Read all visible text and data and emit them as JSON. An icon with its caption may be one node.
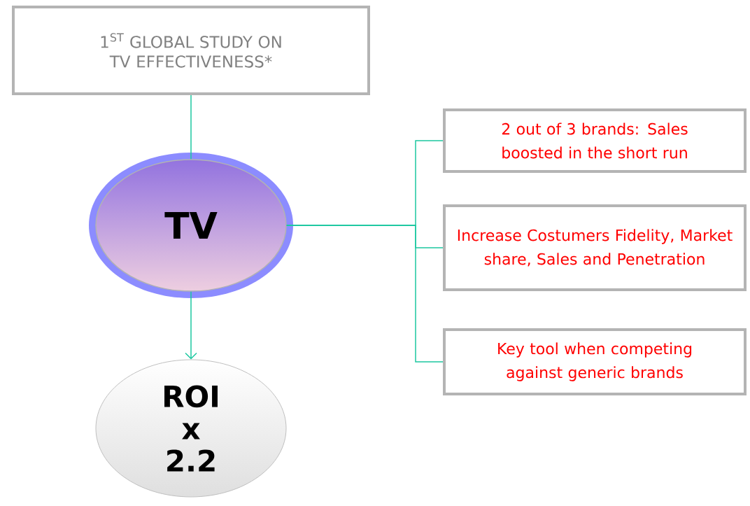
{
  "diagram": {
    "nodes": [
      {
        "text": [
          "1$^{ST}$ GLOBAL STUDY ON TV EFFECTIVENESS*"
        ]
      },
      {
        "text": [
          "TV"
        ]
      },
      {
        "text": [
          "ROI x 2.2"
        ]
      },
      {
        "text": [
          "2 out of 3 brands: Sales boosted in the short run"
        ]
      },
      {
        "text": [
          "Increase Costumers Fidelity, Market share, Sales and Penetration"
        ]
      },
      {
        "text": [
          "Key tool when competing against generic brands"
        ]
      }
    ],
    "edges": [
      {
        "from": 0,
        "to": 1,
        "arrow": "none"
      },
      {
        "from": 1,
        "to": 2,
        "arrow": "to"
      },
      {
        "from": 1,
        "to": 3,
        "arrow": "none"
      },
      {
        "from": 1,
        "to": 4,
        "arrow": "none"
      },
      {
        "from": 1,
        "to": 5,
        "arrow": "none"
      }
    ]
  }
}
